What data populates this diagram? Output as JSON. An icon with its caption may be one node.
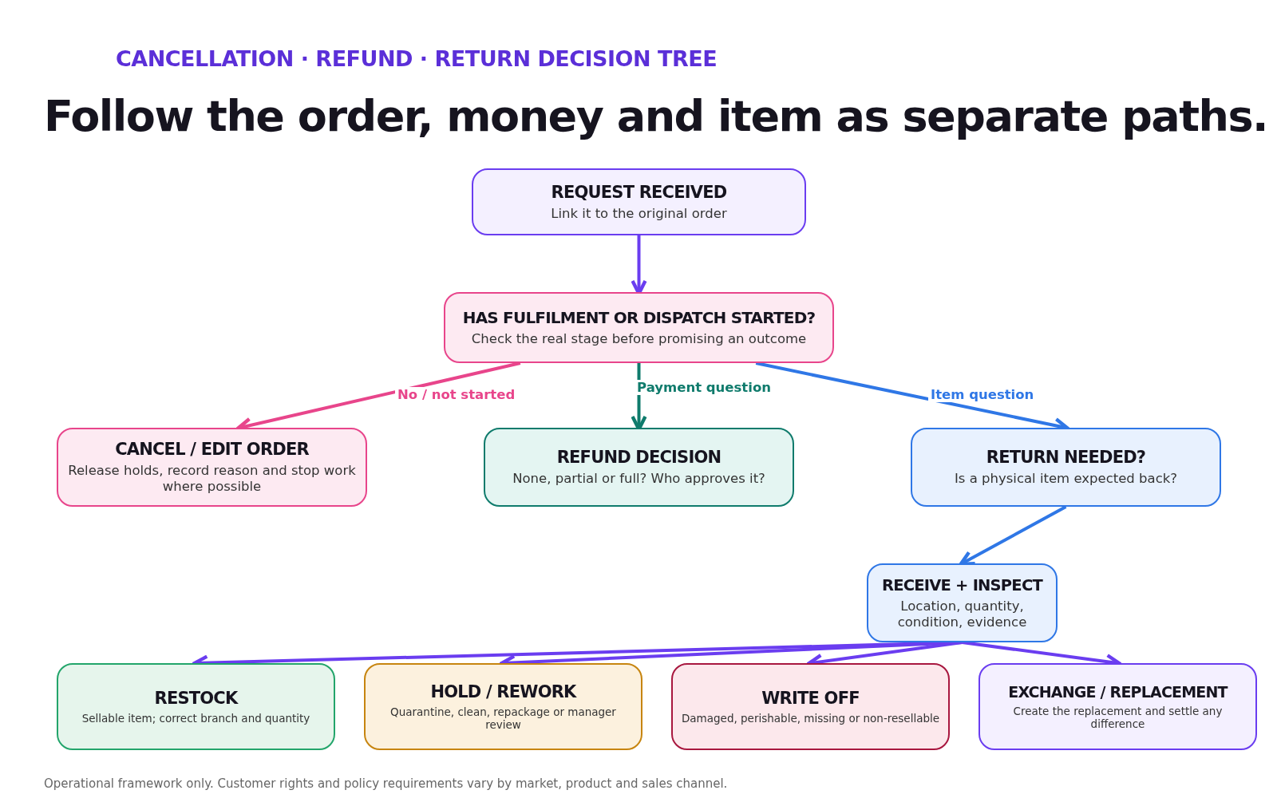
{
  "diagram": {
    "title": "Follow the order, money and item as separate paths.",
    "caption": "Operational framework only. Customer rights and policy requirements vary by market, product and sales channel.",
    "labels": [
      "CANCELLATION · REFUND · RETURN DECISION TREE"
    ],
    "nodes": [
      {
        "text": [
          "REQUEST RECEIVED",
          "Link it to the original order"
        ]
      },
      {
        "text": [
          "HAS FULFILMENT OR DISPATCH STARTED?",
          "Check the real stage before promising an outcome"
        ]
      },
      {
        "text": [
          "CANCEL / EDIT ORDER",
          "Release holds, record reason and stop work where possible"
        ]
      },
      {
        "text": [
          "REFUND DECISION",
          "None, partial or full? Who approves it?"
        ]
      },
      {
        "text": [
          "RETURN NEEDED?",
          "Is a physical item expected back?"
        ]
      },
      {
        "text": [
          "RECEIVE + INSPECT",
          "Location, quantity, condition, evidence"
        ]
      },
      {
        "text": [
          "RESTOCK",
          "Sellable item; correct branch and quantity"
        ]
      },
      {
        "text": [
          "HOLD / REWORK",
          "Quarantine, clean, repackage or manager review"
        ]
      },
      {
        "text": [
          "WRITE OFF",
          "Damaged, perishable, missing or non-resellable"
        ]
      },
      {
        "text": [
          "EXCHANGE / REPLACEMENT",
          "Create the replacement and settle any difference"
        ]
      }
    ],
    "edges": [
      {
        "from": 0,
        "to": 1,
        "arrow": "to"
      },
      {
        "from": 1,
        "to": 2,
        "arrow": "to",
        "label": "No / not started",
        "color": "#e8458b"
      },
      {
        "from": 1,
        "to": 3,
        "arrow": "to",
        "label": "Payment question",
        "color": "#0f7b6c"
      },
      {
        "from": 1,
        "to": 4,
        "arrow": "to",
        "label": "Item question",
        "color": "#2f77e6"
      },
      {
        "from": 4,
        "to": 5,
        "arrow": "to",
        "color": "#2f77e6"
      },
      {
        "from": 5,
        "to": 6,
        "arrow": "to"
      },
      {
        "from": 5,
        "to": 7,
        "arrow": "to"
      },
      {
        "from": 5,
        "to": 8,
        "arrow": "to"
      },
      {
        "from": 5,
        "to": 9,
        "arrow": "to"
      }
    ]
  }
}
